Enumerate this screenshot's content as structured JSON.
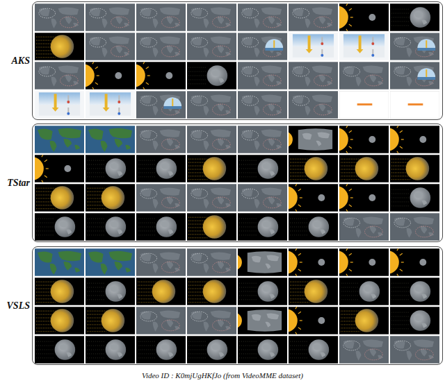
{
  "diagram": {
    "caption": "Video ID : K0mjUgHKfJo (from VideoMME dataset)",
    "nodes": [
      {
        "text": [
          "AKS"
        ]
      },
      {
        "text": [
          "TStar"
        ]
      },
      {
        "text": [
          "VSLS"
        ]
      }
    ]
  }
}
